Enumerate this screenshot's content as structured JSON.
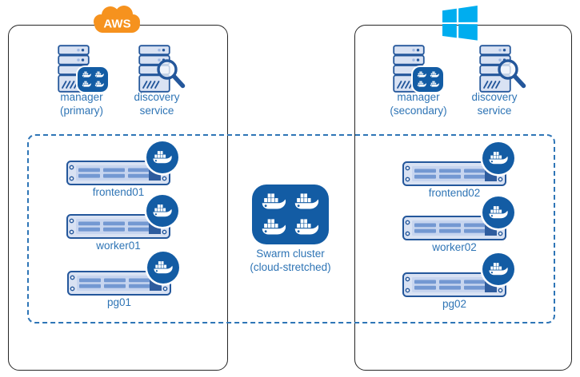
{
  "colors": {
    "accent_text_blue": "#2E74B5",
    "icon_outline_blue": "#24579B",
    "icon_fill_light": "#D9E2F3",
    "docker_badge_blue": "#135CA4",
    "dashed_border_blue": "#2E75B6",
    "zone_border_dark": "#262626",
    "aws_orange": "#F6921E",
    "windows_blue": "#00ADEF"
  },
  "left_zone": {
    "provider_label": "AWS",
    "provider_icon": "aws-cloud-icon",
    "manager": {
      "line1": "manager",
      "line2": "(primary)",
      "host_icon": "server-tower-icon",
      "badge_icon": "docker-swarm-badge-icon"
    },
    "discovery": {
      "line1": "discovery",
      "line2": "service",
      "host_icon": "server-tower-icon",
      "badge_icon": "magnifier-icon"
    },
    "nodes": [
      {
        "label": "frontend01",
        "host_icon": "rack-server-icon",
        "badge_icon": "docker-whale-badge-icon"
      },
      {
        "label": "worker01",
        "host_icon": "rack-server-icon",
        "badge_icon": "docker-whale-badge-icon"
      },
      {
        "label": "pg01",
        "host_icon": "rack-server-icon",
        "badge_icon": "docker-whale-badge-icon"
      }
    ]
  },
  "right_zone": {
    "provider_icon": "windows-logo-icon",
    "manager": {
      "line1": "manager",
      "line2": "(secondary)",
      "host_icon": "server-tower-icon",
      "badge_icon": "docker-swarm-badge-icon"
    },
    "discovery": {
      "line1": "discovery",
      "line2": "service",
      "host_icon": "server-tower-icon",
      "badge_icon": "magnifier-icon"
    },
    "nodes": [
      {
        "label": "frontend02",
        "host_icon": "rack-server-icon",
        "badge_icon": "docker-whale-badge-icon"
      },
      {
        "label": "worker02",
        "host_icon": "rack-server-icon",
        "badge_icon": "docker-whale-badge-icon"
      },
      {
        "label": "pg02",
        "host_icon": "rack-server-icon",
        "badge_icon": "docker-whale-badge-icon"
      }
    ]
  },
  "cluster": {
    "line1": "Swarm cluster",
    "line2": "(cloud-stretched)",
    "icon": "docker-swarm-cluster-icon"
  }
}
